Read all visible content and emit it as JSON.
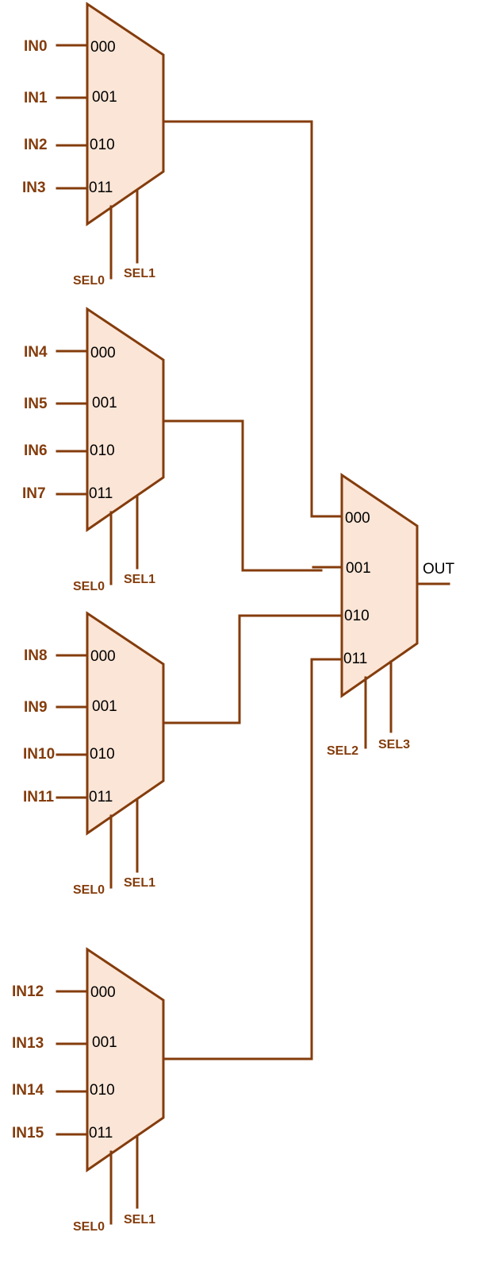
{
  "first_stage": [
    {
      "inputs": [
        "IN0",
        "IN1",
        "IN2",
        "IN3"
      ],
      "ports": [
        "000",
        "001",
        "010",
        "011"
      ],
      "selects": [
        "SEL0",
        "SEL1"
      ]
    },
    {
      "inputs": [
        "IN4",
        "IN5",
        "IN6",
        "IN7"
      ],
      "ports": [
        "000",
        "001",
        "010",
        "011"
      ],
      "selects": [
        "SEL0",
        "SEL1"
      ]
    },
    {
      "inputs": [
        "IN8",
        "IN9",
        "IN10",
        "IN11"
      ],
      "ports": [
        "000",
        "001",
        "010",
        "011"
      ],
      "selects": [
        "SEL0",
        "SEL1"
      ]
    },
    {
      "inputs": [
        "IN12",
        "IN13",
        "IN14",
        "IN15"
      ],
      "ports": [
        "000",
        "001",
        "010",
        "011"
      ],
      "selects": [
        "SEL0",
        "SEL1"
      ]
    }
  ],
  "final_stage": {
    "ports": [
      "000",
      "001",
      "010",
      "011"
    ],
    "selects": [
      "SEL2",
      "SEL3"
    ],
    "output": "OUT"
  },
  "colors": {
    "wire": "#843c0c",
    "mux_fill": "#fbe5d6",
    "label": "#843c0c"
  }
}
